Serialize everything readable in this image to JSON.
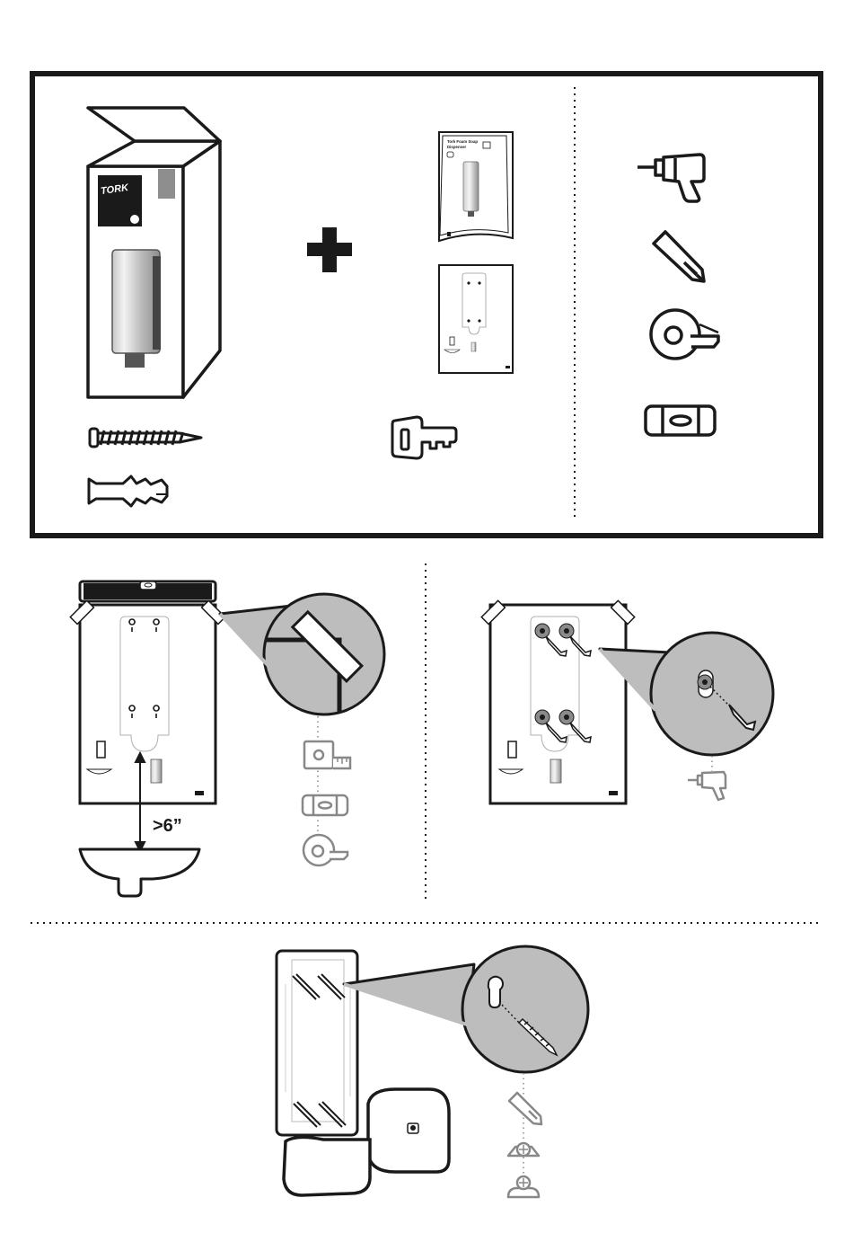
{
  "brand": {
    "logo_text": "TORK",
    "dark": "#1a1a1a",
    "gray": "#bdbdbd",
    "light_gray": "#d9d9d9"
  },
  "manual": {
    "title_line1": "Tork Foam Soap",
    "title_line2": "Dispenser"
  },
  "step_height": {
    "label": ">6”"
  },
  "box_contents": [
    "dispenser-box",
    "screw",
    "wall-plug",
    "user-manual",
    "drilling-template",
    "key"
  ],
  "tools_needed": [
    "drill",
    "pencil",
    "tape",
    "spirit-level"
  ],
  "steps": [
    {
      "name": "position-template",
      "tools": [
        "measuring-tape",
        "spirit-level",
        "tape"
      ]
    },
    {
      "name": "drill-and-plug",
      "tools": [
        "drill"
      ]
    },
    {
      "name": "mark-and-screw",
      "tools": [
        "pencil",
        "screw-head",
        "screw-head"
      ]
    }
  ]
}
